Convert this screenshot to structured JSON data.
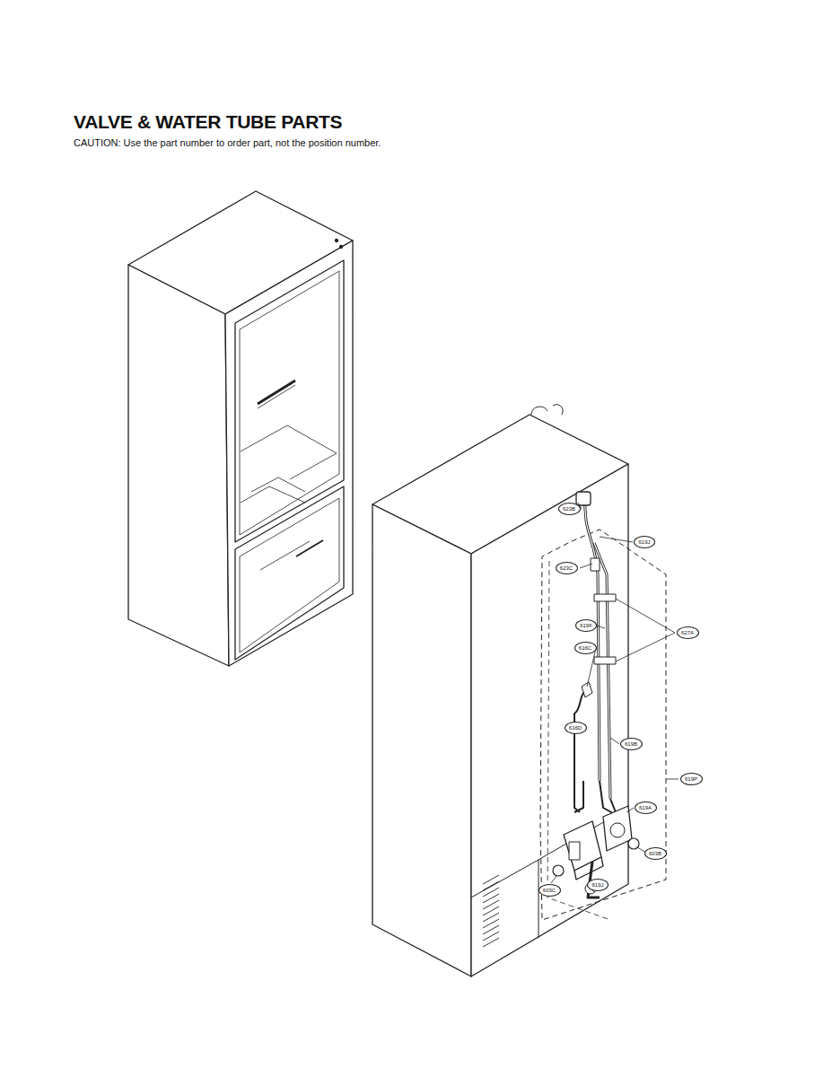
{
  "diagram": {
    "title": "VALVE & WATER TUBE PARTS",
    "caption": "CAUTION: Use the part number to order part, not the position number.",
    "nodes": [
      {
        "text": [
          "623B"
        ]
      },
      {
        "text": [
          "619J"
        ]
      },
      {
        "text": [
          "623C"
        ]
      },
      {
        "text": [
          "619F"
        ]
      },
      {
        "text": [
          "627A"
        ]
      },
      {
        "text": [
          "616C"
        ]
      },
      {
        "text": [
          "616D"
        ]
      },
      {
        "text": [
          "619B"
        ]
      },
      {
        "text": [
          "619P"
        ]
      },
      {
        "text": [
          "619A"
        ]
      },
      {
        "text": [
          "603B"
        ]
      },
      {
        "text": [
          "603C"
        ]
      },
      {
        "text": [
          "619J"
        ]
      }
    ]
  }
}
